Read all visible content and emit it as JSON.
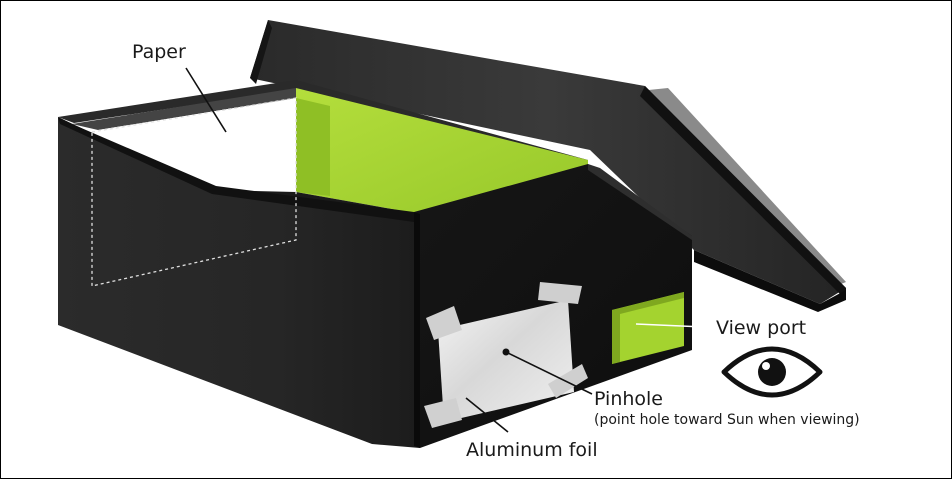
{
  "labels": {
    "paper": "Paper",
    "view_port": "View port",
    "pinhole": "Pinhole",
    "pinhole_note": "(point hole toward Sun when viewing)",
    "aluminum_foil": "Aluminum foil"
  },
  "icons": {
    "viewer": "eye-icon"
  },
  "colors": {
    "box": "#202020",
    "green": "#a4d32f",
    "foil": "#e4e4e4",
    "paper": "#ffffff",
    "frame": "#000000"
  }
}
